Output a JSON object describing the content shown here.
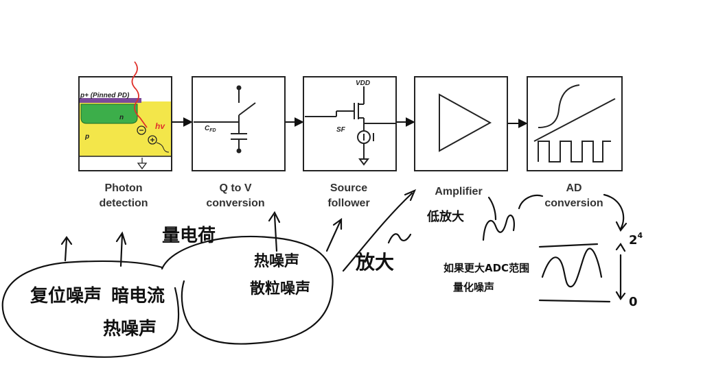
{
  "pipeline": {
    "stages": [
      {
        "id": "photon",
        "line1": "Photon",
        "line2": "detection"
      },
      {
        "id": "qtov",
        "line1": "Q to V",
        "line2": "conversion"
      },
      {
        "id": "sf",
        "line1": "Source",
        "line2": "follower"
      },
      {
        "id": "amp",
        "line1": "Amplifier",
        "line2": ""
      },
      {
        "id": "ad",
        "line1": "AD",
        "line2": "conversion"
      }
    ],
    "photon_labels": {
      "pinned": "p+ (Pinned PD)",
      "n": "n",
      "p": "p",
      "hv": "hv"
    },
    "qtov_labels": {
      "cfd": "C",
      "cfd_sub": "FD"
    },
    "sf_labels": {
      "vdd": "VDD",
      "sf": "SF"
    }
  },
  "notes": {
    "n1": "复位噪声",
    "n2": "暗电流",
    "n3": "热噪声",
    "n4": "量电荷",
    "n5": "热噪声",
    "n6": "散粒噪声",
    "n7": "放大",
    "n8": "低放大",
    "n9": "如果更大ADC范围",
    "n10": "量化噪声",
    "n11": "2",
    "n11sup": "4",
    "n12": "0"
  }
}
